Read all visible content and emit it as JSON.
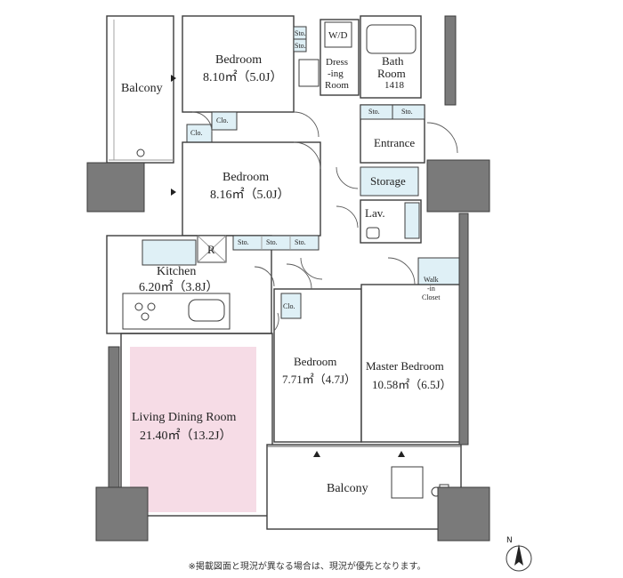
{
  "rooms": {
    "balcony_left": "Balcony",
    "bedroom_top_name": "Bedroom",
    "bedroom_top_area": "8.10㎡（5.0J）",
    "bedroom_mid_name": "Bedroom",
    "bedroom_mid_area": "8.16㎡（5.0J）",
    "dressing_room": [
      "Dress",
      "-ing",
      "Room"
    ],
    "bath_room": [
      "Bath",
      "Room",
      "1418"
    ],
    "wd": "W/D",
    "entrance": "Entrance",
    "storage": "Storage",
    "lav": "Lav.",
    "kitchen_name": "Kitchen",
    "kitchen_area": "6.20㎡（3.8J）",
    "fridge": "R",
    "walkin_closet": [
      "Walk",
      "-in",
      "Closet"
    ],
    "bedroom_small_name": "Bedroom",
    "bedroom_small_area": "7.71㎡（4.7J）",
    "master_bedroom_name": "Master Bedroom",
    "master_bedroom_area": "10.58㎡（6.5J）",
    "living_name": "Living Dining Room",
    "living_area": "21.40㎡（13.2J）",
    "balcony_bottom": "Balcony"
  },
  "storage_labels": {
    "sto": "Sto.",
    "clo": "Clo."
  },
  "footnote": "※掲載図面と現況が異なる場合は、現況が優先となります。",
  "compass": "N",
  "colors": {
    "living_fill": "#f6dce6",
    "storage_fill": "#dff0f6",
    "column_fill": "#7a7a7a"
  }
}
